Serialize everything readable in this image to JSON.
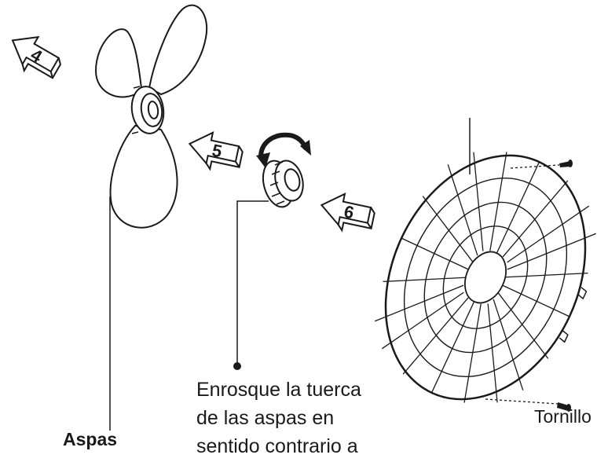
{
  "steps": [
    "4",
    "5",
    "6"
  ],
  "labels": {
    "blades": "Aspas",
    "screw": "Tornillo",
    "nut_note_lines": [
      "Enrosque la tuerca",
      "de las aspas en",
      "sentido contrario a"
    ]
  },
  "icons": {
    "blades": "fan-blade-icon",
    "nut": "blade-nut-icon",
    "rotation": "rotate-arrow-icon",
    "guard": "front-grille-icon",
    "screw": "screw-icon"
  },
  "colors": {
    "line": "#1a1a1a",
    "background": "#ffffff"
  }
}
